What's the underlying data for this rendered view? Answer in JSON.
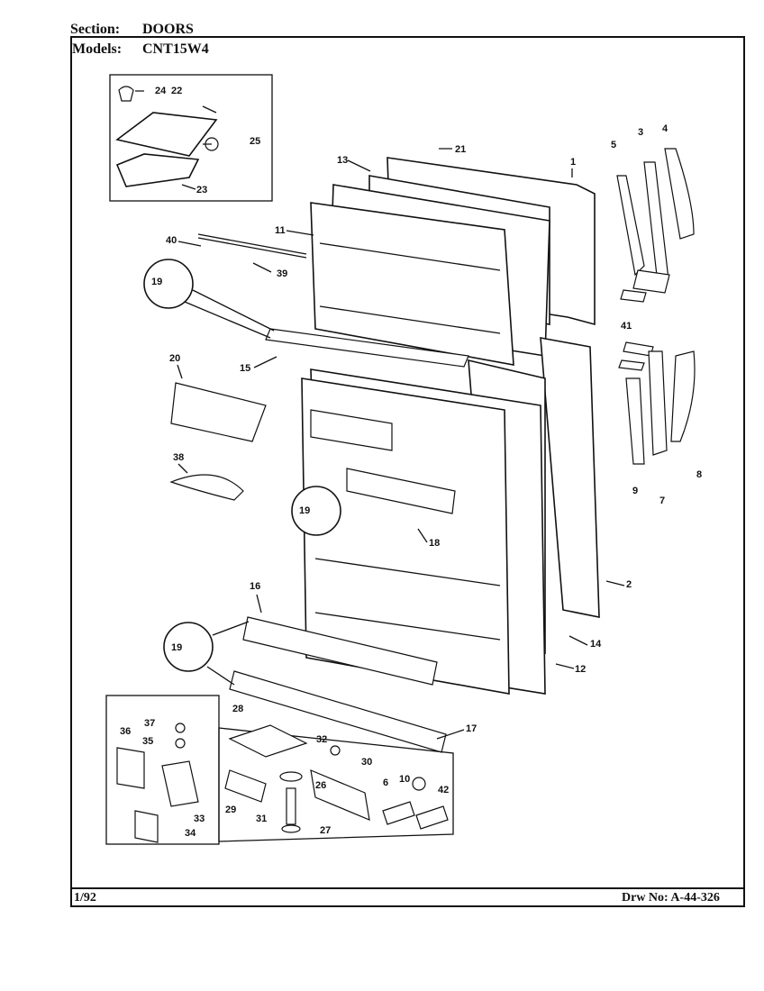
{
  "header": {
    "section_label": "Section:",
    "section_value": "DOORS",
    "models_label": "Models:",
    "models_value": "CNT15W4"
  },
  "footer": {
    "date": "1/92",
    "drawing_no": "Drw No: A-44-326"
  },
  "callouts": {
    "c1": "1",
    "c2": "2",
    "c3": "3",
    "c4": "4",
    "c5": "5",
    "c6": "6",
    "c7": "7",
    "c8": "8",
    "c9": "9",
    "c10": "10",
    "c11": "11",
    "c12": "12",
    "c13": "13",
    "c14": "14",
    "c15": "15",
    "c16": "16",
    "c17": "17",
    "c18": "18",
    "c19": "19",
    "c20": "20",
    "c21": "21",
    "c22": "22",
    "c23": "23",
    "c24": "24",
    "c25": "25",
    "c26": "26",
    "c27": "27",
    "c28": "28",
    "c29": "29",
    "c30": "30",
    "c31": "31",
    "c32": "32",
    "c33": "33",
    "c34": "34",
    "c35": "35",
    "c36": "36",
    "c37": "37",
    "c38": "38",
    "c39": "39",
    "c40": "40",
    "c41": "41",
    "c42": "42"
  }
}
